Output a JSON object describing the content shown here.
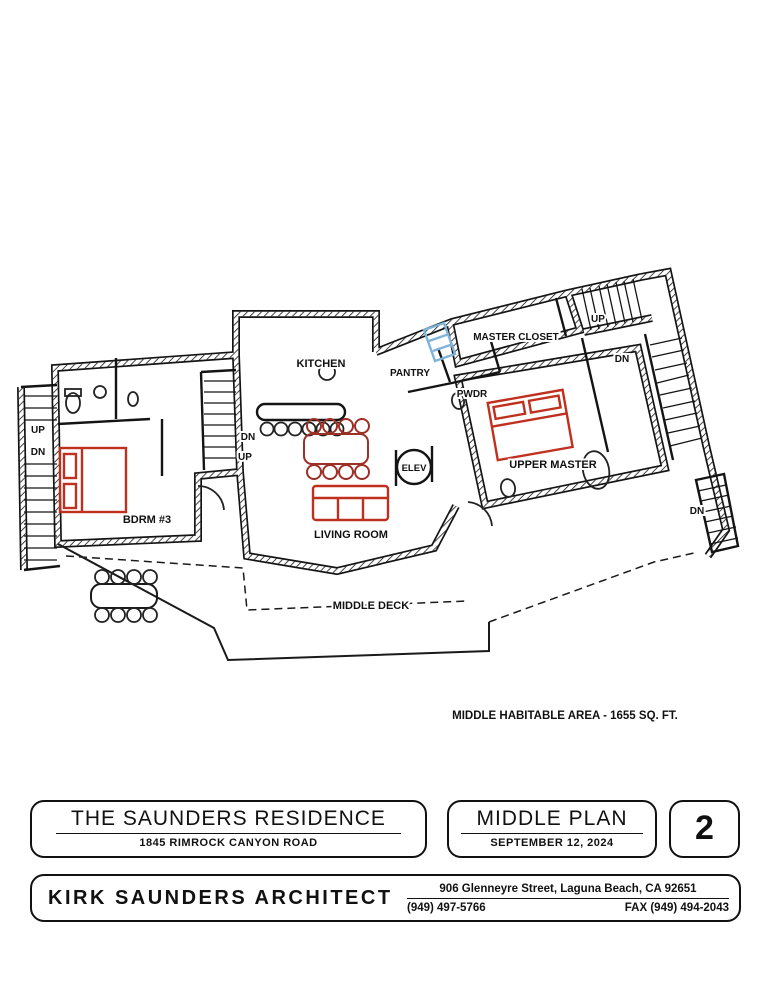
{
  "plan": {
    "labels": {
      "kitchen": "KITCHEN",
      "pantry": "PANTRY",
      "master_closet": "MASTER CLOSET",
      "powder": "PWDR",
      "upper_master": "UPPER MASTER",
      "bedroom_3": "BDRM #3",
      "living_room": "LIVING ROOM",
      "middle_deck": "MIDDLE DECK",
      "elevator": "ELEV",
      "up_top_right": "UP",
      "dn_top_right": "DN",
      "up_left": "UP",
      "dn_left": "DN",
      "dn_middle": "DN",
      "up_middle": "UP",
      "dn_right": "DN",
      "area_note": "MIDDLE HABITABLE AREA - 1655 SQ. FT."
    },
    "colors": {
      "walls": "#141414",
      "furniture_red": "#c0301f",
      "dining_red": "#9c2f26",
      "accent_blue": "#7fb3d9"
    }
  },
  "title_block": {
    "project_name": "THE SAUNDERS RESIDENCE",
    "project_address": "1845 RIMROCK CANYON ROAD",
    "sheet_title": "MIDDLE PLAN",
    "sheet_date": "SEPTEMBER 12, 2024",
    "sheet_number": "2",
    "architect_name": "KIRK SAUNDERS ARCHITECT",
    "office_address": "906 Glenneyre Street, Laguna Beach, CA  92651",
    "office_phone": "(949) 497-5766",
    "office_fax": "FAX (949) 494-2043"
  }
}
